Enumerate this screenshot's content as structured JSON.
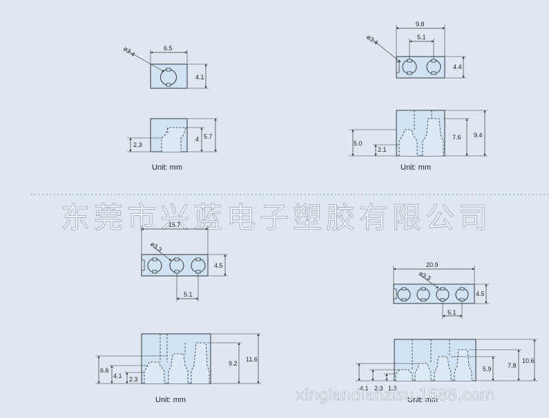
{
  "watermark": "东莞市兴蓝电子塑胶有限公司",
  "site": "xinglandianzisu.1688.com",
  "colors": {
    "part": "#cfe3f5",
    "line": "#333333",
    "bg": "#dfe8f1",
    "divider": "#6f98b8"
  },
  "drawings": [
    {
      "id": "one-pin",
      "dims": {
        "diameter": "ø3.4",
        "width": "6.5",
        "height": "4.1"
      },
      "side": {
        "a": "2.3",
        "b": "4",
        "c": "5.7"
      },
      "unit": "Unit:  mm"
    },
    {
      "id": "two-pin",
      "dims": {
        "diameter": "ø3.4",
        "width": "9.8",
        "pitch": "5.1",
        "height": "4.4"
      },
      "side": {
        "a": "5.0",
        "b": "2.1",
        "c": "7.6",
        "d": "9.4"
      },
      "unit": "Unit:  mm"
    },
    {
      "id": "three-pin",
      "dims": {
        "diameter": "ø3.3",
        "width": "15.7",
        "pitch": "5.1",
        "height": "4.5"
      },
      "side": {
        "a": "6.6",
        "b": "4.1",
        "c": "2.3",
        "d": "9.2",
        "e": "11.6"
      },
      "unit": "Unit:  mm"
    },
    {
      "id": "four-pin",
      "dims": {
        "diameter": "ø3.3",
        "width": "20.9",
        "pitch": "5.1",
        "height": "4.5"
      },
      "side": {
        "a": "4.1",
        "b": "2.3",
        "c": "1.2",
        "d": "5.9",
        "e": "7.8",
        "f": "10.6"
      },
      "unit": "Unit:  mm"
    }
  ]
}
